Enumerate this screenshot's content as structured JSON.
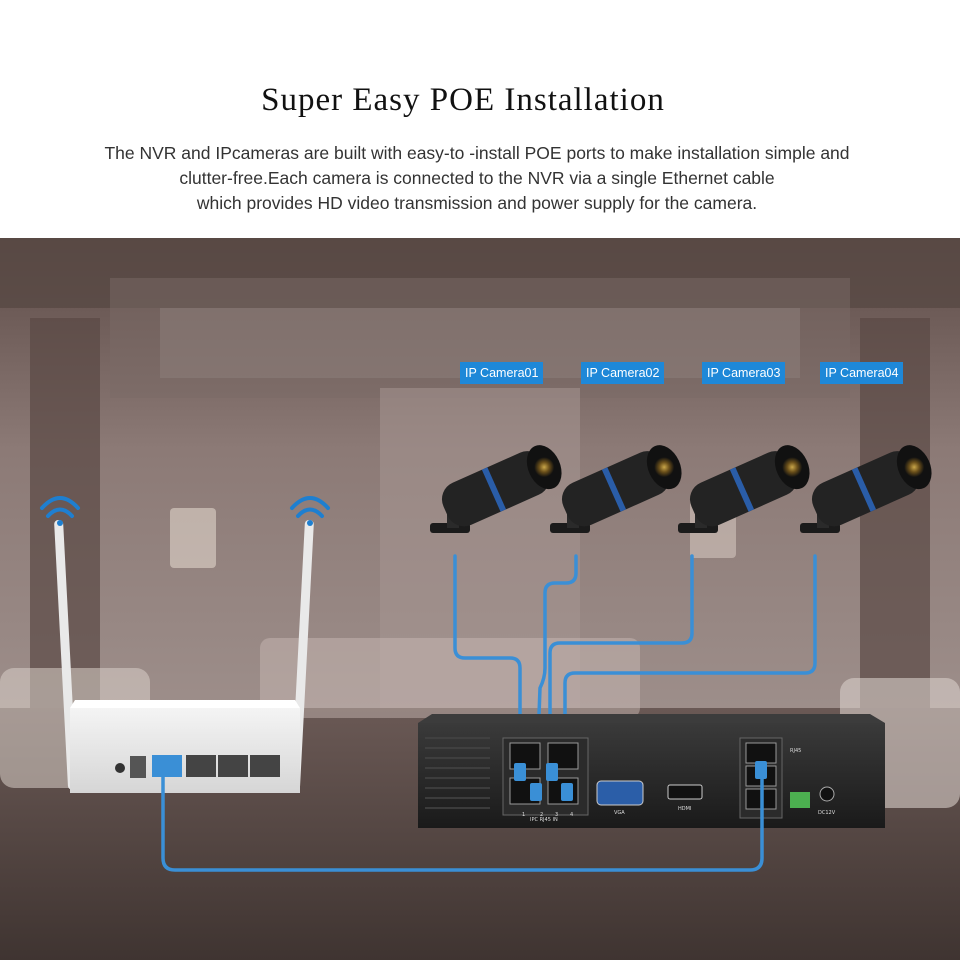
{
  "header": {
    "title": "Super Easy POE Installation",
    "description": [
      "The NVR and IPcameras are built with easy-to -install POE ports to make installation simple and",
      "clutter-free.Each camera is connected to the NVR via a single Ethernet cable",
      "which provides HD video transmission and power supply for the camera."
    ]
  },
  "cameras": [
    {
      "label": "IP Camera01"
    },
    {
      "label": "IP Camera02"
    },
    {
      "label": "IP Camera03"
    },
    {
      "label": "IP Camera04"
    }
  ],
  "nvr": {
    "port_labels": {
      "vga": "VGA",
      "hdmi": "HDMI",
      "ipc": "IPC RJ45 IN",
      "rj45": "RJ45",
      "power": "DC12V",
      "port_numbers": [
        "1",
        "2",
        "3",
        "4"
      ]
    }
  },
  "colors": {
    "cable": "#3a8fd6",
    "label_bg": "#1e88d8",
    "wifi": "#1e7fd0"
  }
}
